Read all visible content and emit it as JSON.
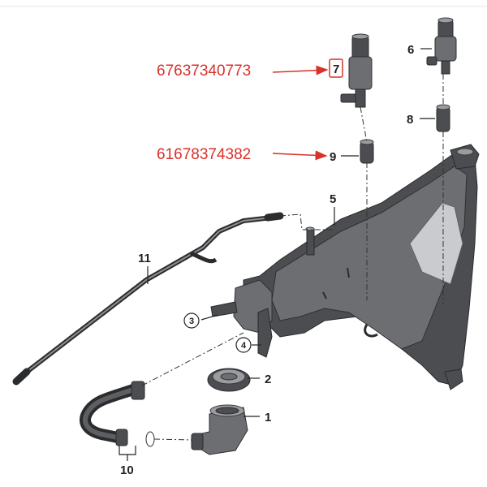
{
  "callouts": {
    "c1": "1",
    "c2": "2",
    "c3": "3",
    "c4": "4",
    "c5": "5",
    "c6": "6",
    "c7": "7",
    "c8": "8",
    "c9": "9",
    "c10": "10",
    "c11": "11"
  },
  "part_numbers": {
    "pump": "67637340773",
    "grommet": "61678374382"
  },
  "colors": {
    "annotation": "#d9312b",
    "outline": "#222222"
  }
}
